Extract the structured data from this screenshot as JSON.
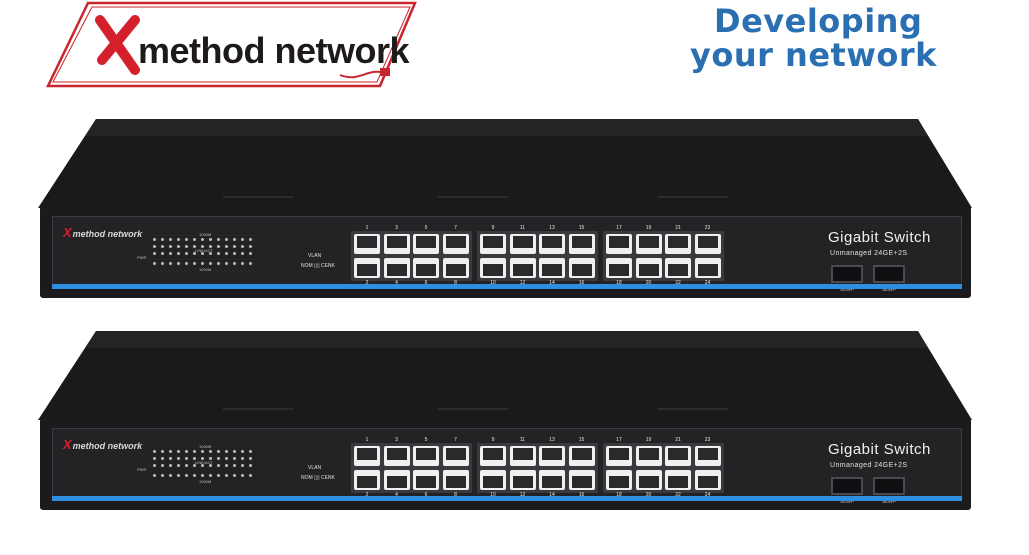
{
  "logo": {
    "text": "method network",
    "mark": "X",
    "mark_color": "#d4202a",
    "frame_color": "#c9252e"
  },
  "tagline": {
    "line1": "Developing",
    "line2": "your network",
    "color": "#2a6fb2"
  },
  "switch": {
    "brand": "method network",
    "brand_mark": "X",
    "model": "Gigabit Switch",
    "submodel": "Unmanaged 24GE+2S",
    "vlan": "VLAN",
    "mode_left": "NOM",
    "mode_right": "CENK",
    "accent": "#2e8fe0",
    "top_ports": [
      "1",
      "3",
      "5",
      "7",
      "9",
      "11",
      "13",
      "15",
      "17",
      "19",
      "21",
      "23"
    ],
    "bottom_ports": [
      "2",
      "4",
      "6",
      "8",
      "10",
      "12",
      "14",
      "16",
      "18",
      "20",
      "22",
      "24"
    ],
    "sfp_left": "25-SFP",
    "sfp_right": "26-SFP",
    "led_labels": [
      "PWR",
      "1000M",
      "LINK/ACT",
      "1000M"
    ]
  }
}
